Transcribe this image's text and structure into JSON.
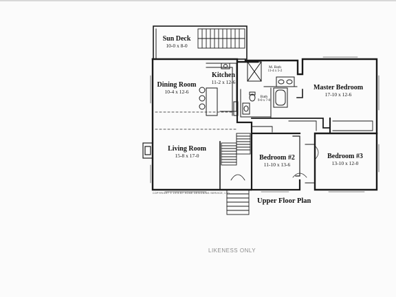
{
  "plan": {
    "title": "Upper Floor Plan",
    "copyright": "COPYRIGHT © 1978 BY HOME DESIGNING SERVICE, LTD.",
    "watermark": "LIKENESS ONLY"
  },
  "rooms": {
    "sun_deck": {
      "name": "Sun Deck",
      "dims": "10-0 x 8-0"
    },
    "dining_room": {
      "name": "Dining Room",
      "dims": "10-4 x 12-6"
    },
    "kitchen": {
      "name": "Kitchen",
      "dims": "11-2 x 12-6"
    },
    "master_bath": {
      "name": "M. Bath",
      "dims": "11-4 x 5-2"
    },
    "bath": {
      "name": "Bath",
      "dims": "9-0 x 7-0"
    },
    "master_bedroom": {
      "name": "Master Bedroom",
      "dims": "17-10 x 12-6"
    },
    "living_room": {
      "name": "Living Room",
      "dims": "15-8 x 17-0"
    },
    "bedroom_2": {
      "name": "Bedroom #2",
      "dims": "11-10 x 13-6"
    },
    "bedroom_3": {
      "name": "Bedroom #3",
      "dims": "13-10 x 12-0"
    }
  }
}
